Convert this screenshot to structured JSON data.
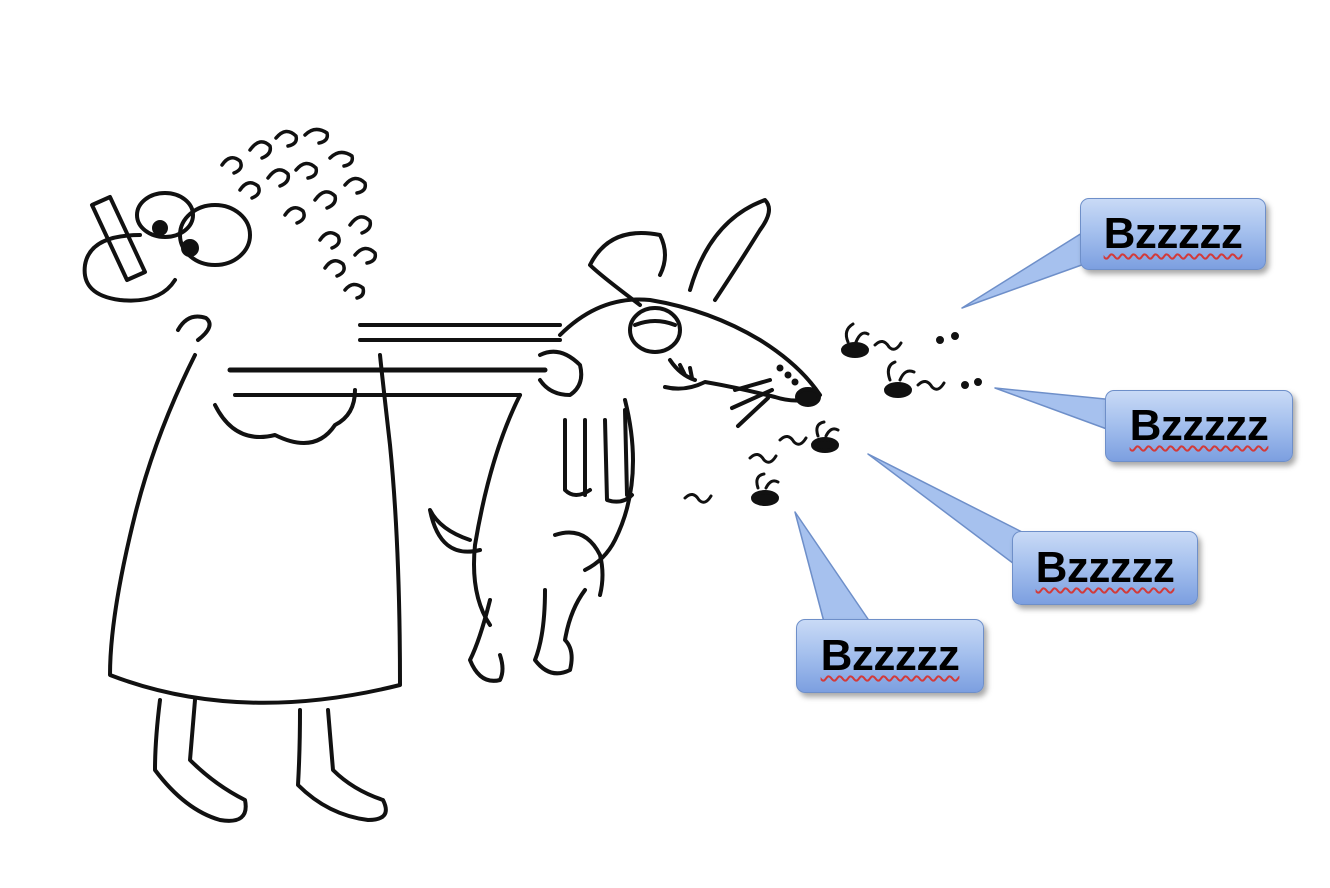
{
  "callouts": [
    {
      "text": "Bzzzzz"
    },
    {
      "text": "Bzzzzz"
    },
    {
      "text": "Bzzzzz"
    },
    {
      "text": "Bzzzzz"
    }
  ],
  "colors": {
    "bubble_top": "#c9daf6",
    "bubble_bottom": "#7c9fe0",
    "bubble_border": "#6e8fc9",
    "ink": "#111111",
    "spellcheck_underline": "#d23a3a"
  }
}
